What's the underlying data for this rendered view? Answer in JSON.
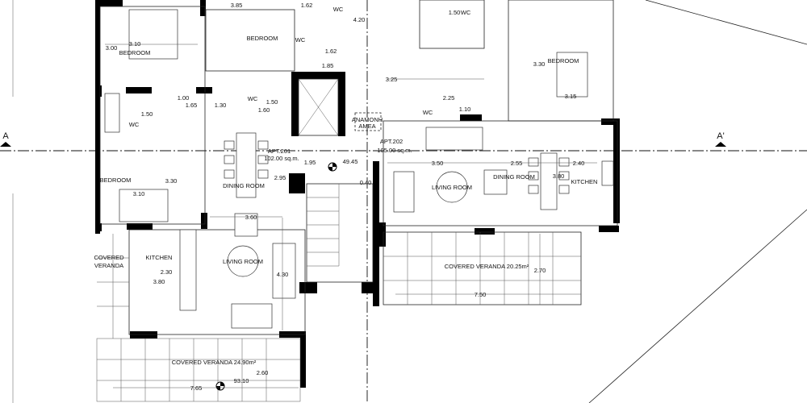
{
  "section_markers": {
    "left": "A",
    "right": "A'"
  },
  "apartments": [
    {
      "name": "APT.201",
      "area": "102.00 sq.m."
    },
    {
      "name": "APT.202",
      "area": "105.00 sq.m."
    }
  ],
  "common": {
    "waiting_line1": "ΑΝΑΜΟΝΗ",
    "waiting_line2": "ΑΜΕΑ"
  },
  "elevations": {
    "entry": "49.45",
    "veranda": "93.10"
  },
  "rooms_left": {
    "bedroom_top": "BEDROOM",
    "bedroom_mid": "BEDROOM",
    "bedroom_bottom": "BEDROOM",
    "wc1": "WC",
    "wc2": "WC",
    "wc3": "WC",
    "wc4": "WC",
    "dining": "DINING ROOM",
    "living": "LIVING ROOM",
    "kitchen": "KITCHEN",
    "covered_veranda_1": "COVERED",
    "covered_veranda_2": "VERANDA",
    "veranda": "COVERED VERANDA 24.90m²"
  },
  "rooms_right": {
    "bedroom": "BEDROOM",
    "wc1": "WC",
    "wc2": "WC",
    "living": "LIVING ROOM",
    "dining": "DINING ROOM",
    "kitchen": "KITCHEN",
    "veranda": "COVERED VERANDA 20.25m²"
  },
  "dims": {
    "d385": "3.85",
    "d162a": "1.62",
    "d420": "4.20",
    "d150a": "1.50",
    "d310a": "3.10",
    "d300": "3.00",
    "d162b": "1.62",
    "d185": "1.85",
    "d330a": "3.30",
    "d315": "3.15",
    "d325": "3.25",
    "d225": "2.25",
    "d110": "1.10",
    "d100": "1.00",
    "d165": "1.65",
    "d130": "1.30",
    "d150b": "1.50",
    "d160": "1.60",
    "d150c": "1.50",
    "d195": "1.95",
    "d040": "0.40",
    "d350": "3.50",
    "d255": "2.55",
    "d240": "2.40",
    "d380a": "3.80",
    "d310b": "3.10",
    "d330b": "3.30",
    "d295": "2.95",
    "d360": "3.60",
    "d230": "2.30",
    "d380b": "3.80",
    "d430": "4.30",
    "d260": "2.60",
    "d765": "7.65",
    "d270": "2.70",
    "d750": "7.50"
  }
}
